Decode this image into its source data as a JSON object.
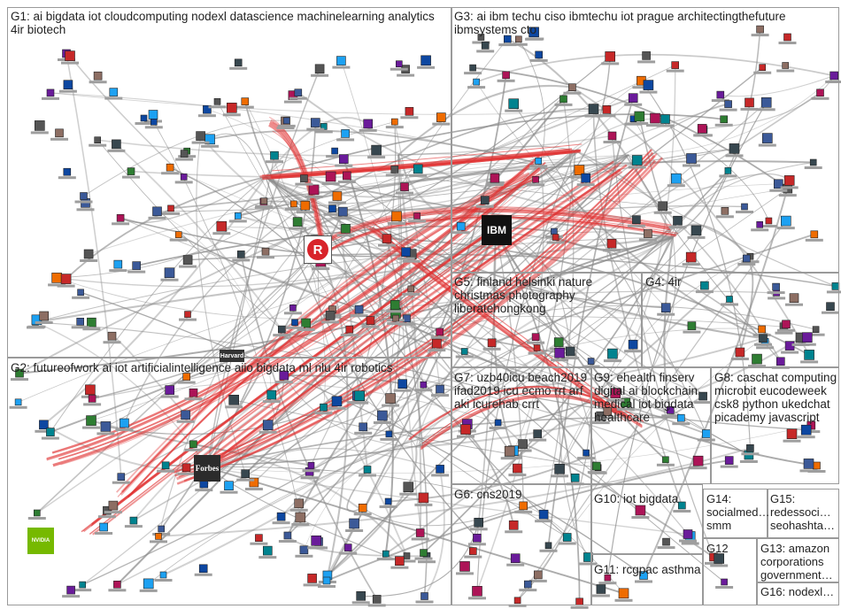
{
  "groups": [
    {
      "id": "G1",
      "label": "G1: ai bigdata iot cloudcomputing nodexl datascience machinelearning analytics 4ir biotech"
    },
    {
      "id": "G2",
      "label": "G2: futureofwork ai iot artificialintelligence aiio bigdata ml nlu 4ir robotics"
    },
    {
      "id": "G3",
      "label": "G3: ai ibm techu ciso ibmtechu iot prague architectingthefuture ibmsystems cto"
    },
    {
      "id": "G4",
      "label": "G4: 4ir"
    },
    {
      "id": "G5",
      "label": "G5: finland helsinki nature christmas photography liberatehongkong"
    },
    {
      "id": "G6",
      "label": "G6: cns2019"
    },
    {
      "id": "G7",
      "label": "G7: uzb40icu beach2019 ifad2019 icu ecmo rrt arf aki icurehab crrt"
    },
    {
      "id": "G8",
      "label": "G8: caschat computing microbit eucodeweek csk8 python ukedchat picademy javascript"
    },
    {
      "id": "G9",
      "label": "G9: ehealth finserv digital ai blockchain medical iot bigdata healthcare"
    },
    {
      "id": "G10",
      "label": "G10: iot bigdata"
    },
    {
      "id": "G11",
      "label": "G11: rcgpac asthma"
    },
    {
      "id": "G12",
      "label": "G12"
    },
    {
      "id": "G13",
      "label": "G13: amazon corporations government…"
    },
    {
      "id": "G14",
      "label": "G14: socialmed… smm"
    },
    {
      "id": "G15",
      "label": "G15: redessoci… seohashta…"
    },
    {
      "id": "G16",
      "label": "G16: nodexl…"
    }
  ],
  "hub_logos": {
    "ibm": "IBM",
    "forbes": "Forbes",
    "r_logo": "R",
    "nvidia": "NVIDIA",
    "harvard": "Harvard"
  },
  "colors": {
    "edge_gray": "#8c8c8c",
    "edge_red": "#e03030",
    "box_border": "#9a9a9a",
    "r_logo": "#d8232a",
    "nvidia": "#76b900"
  }
}
